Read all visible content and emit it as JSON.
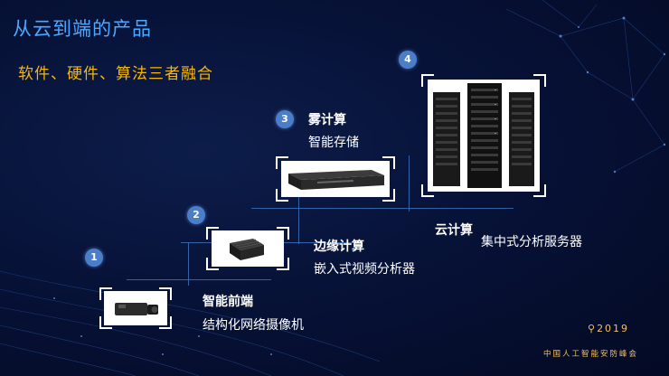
{
  "slide": {
    "title": "从云到端的产品",
    "subtitle": "软件、硬件、算法三者融合"
  },
  "tiers": [
    {
      "number": "1",
      "name": "智能前端",
      "description": "结构化网络摄像机"
    },
    {
      "number": "2",
      "name": "边缘计算",
      "description": "嵌入式视频分析器"
    },
    {
      "number": "3",
      "name": "雾计算",
      "description": "智能存储"
    },
    {
      "number": "4",
      "name": "云计算",
      "description": "集中式分析服务器"
    }
  ],
  "footer": {
    "year": "2019",
    "event": "中国人工智能安防峰会"
  },
  "colors": {
    "background": "#071238",
    "title": "#4da8ff",
    "subtitle": "#f5b70a",
    "badge": "#4a7ec8",
    "lines": "#3a6fb8",
    "footer": "#f0c060"
  }
}
